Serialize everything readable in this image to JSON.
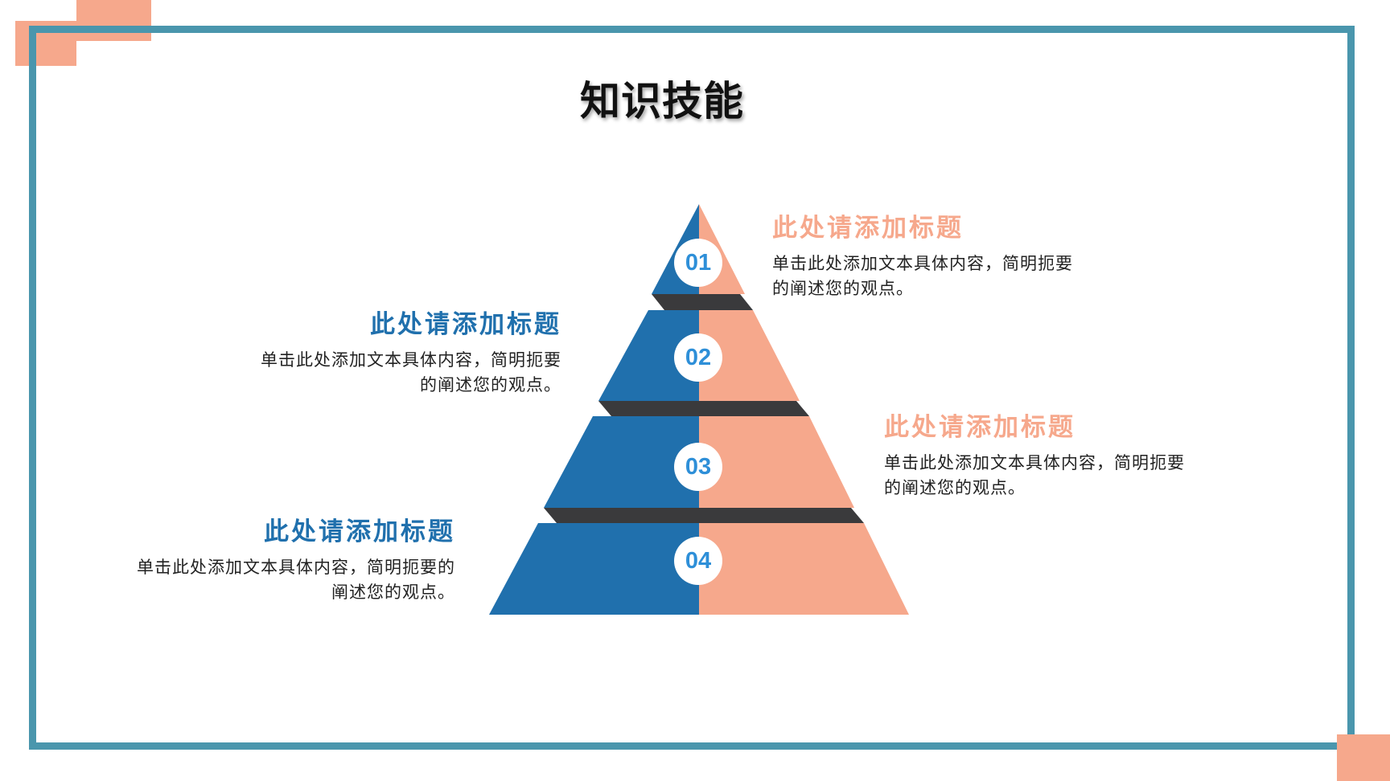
{
  "page_title": "知识技能",
  "colors": {
    "frame": "#4a96ad",
    "corner_accent": "#f6a88c",
    "left_tier": "#2070ad",
    "right_tier": "#f6a88c",
    "separator": "#3a3a3c",
    "left_heading": "#2070ad",
    "right_heading": "#f6a88c",
    "number_text": "#2e8fd8"
  },
  "steps": [
    {
      "number": "01"
    },
    {
      "number": "02"
    },
    {
      "number": "03"
    },
    {
      "number": "04"
    }
  ],
  "blocks": [
    {
      "step": "01",
      "title": "此处请添加标题",
      "desc_line1": "单击此处添加文本具体内容，简明扼要",
      "desc_line2": "的阐述您的观点。"
    },
    {
      "step": "02",
      "title": "此处请添加标题",
      "desc_line1": "单击此处添加文本具体内容，简明扼要",
      "desc_line2": "的阐述您的观点。"
    },
    {
      "step": "03",
      "title": "此处请添加标题",
      "desc_line1": "单击此处添加文本具体内容，简明扼要",
      "desc_line2": "的阐述您的观点。"
    },
    {
      "step": "04",
      "title": "此处请添加标题",
      "desc_line1": "单击此处添加文本具体内容，简明扼要的",
      "desc_line2": "阐述您的观点。"
    }
  ]
}
